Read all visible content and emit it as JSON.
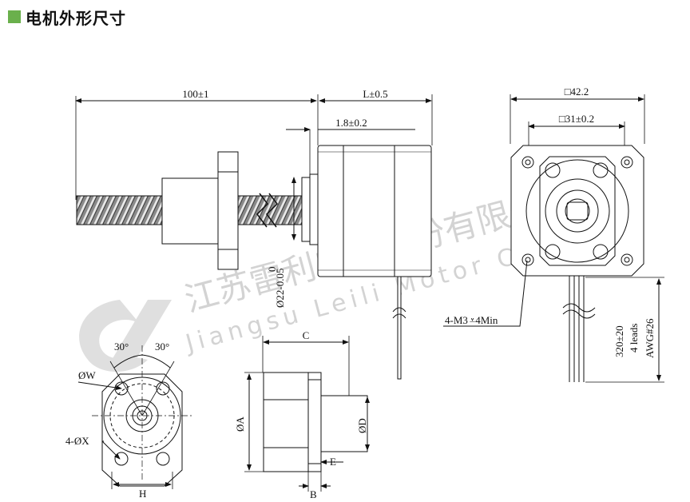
{
  "header": {
    "title": "电机外形尺寸",
    "accent_color": "#6ab04c"
  },
  "watermark": {
    "cn": "江苏雷利电机股份有限公司",
    "en": "Jiangsu Leili Motor Co.,Ltd.",
    "color": "#cfcfcf"
  },
  "side_view": {
    "shaft_length": "100±1",
    "body_length": "L±0.5",
    "boss_length": "1.8±0.2",
    "boss_diameter_label": "Ø22-0.05",
    "boss_diameter_upper": "0"
  },
  "front_view": {
    "square_outer": "□42.2",
    "square_inner": "□31±0.2",
    "mount_holes": "4-M3",
    "hole_depth": "4Min",
    "lead_length": "320±20",
    "leads": "4 leads",
    "awg": "AWG#26"
  },
  "nut_front": {
    "angle_left": "30°",
    "angle_right": "30°",
    "w_label": "ØW",
    "x_label": "4-ØX",
    "h_label": "H"
  },
  "nut_side": {
    "c_label": "C",
    "a_label": "ØA",
    "d_label": "ØD",
    "e_label": "E",
    "b_label": "B"
  }
}
